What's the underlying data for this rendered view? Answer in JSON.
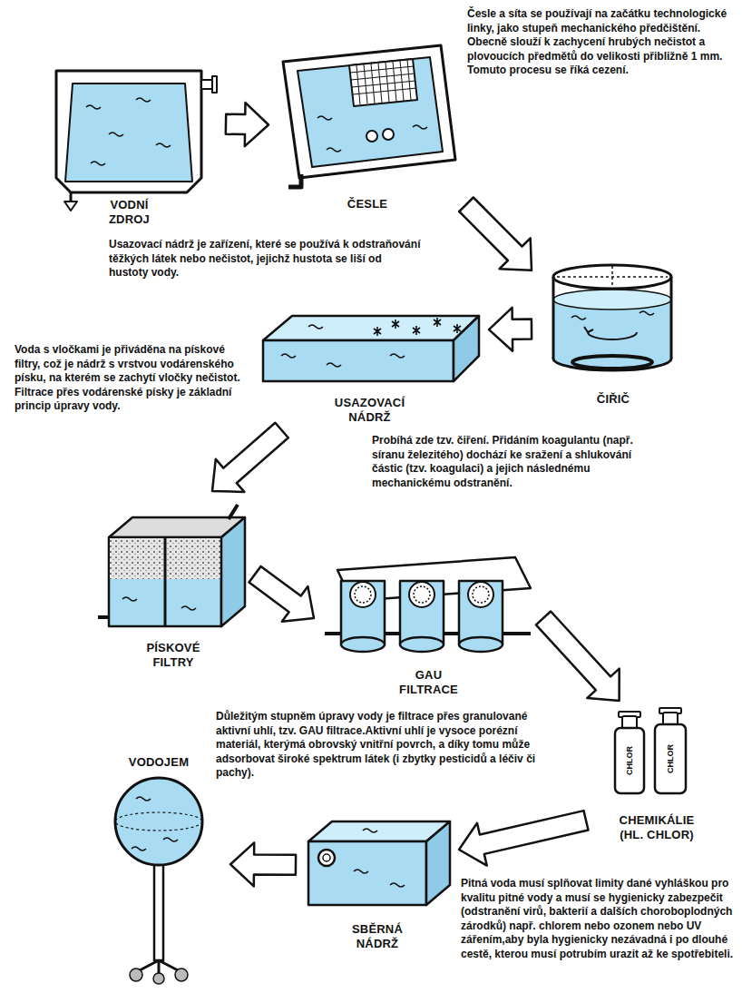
{
  "diagram": {
    "nodes": [
      {
        "text": [
          "VODNÍ ZDROJ"
        ]
      },
      {
        "text": [
          "ČESLE"
        ]
      },
      {
        "text": [
          "ČIŘIČ"
        ]
      },
      {
        "text": [
          "USAZOVACÍ NÁDRŽ"
        ]
      },
      {
        "text": [
          "PÍSKOVÉ FILTRY"
        ]
      },
      {
        "text": [
          "GAU FILTRACE"
        ]
      },
      {
        "text": [
          "CHEMIKÁLIE (HL. CHLOR)"
        ]
      },
      {
        "text": [
          "SBĚRNÁ NÁDRŽ"
        ]
      },
      {
        "text": [
          "VODOJEM"
        ]
      }
    ],
    "edges": [
      {
        "from": 0,
        "to": 1,
        "arrow": "to"
      },
      {
        "from": 1,
        "to": 2,
        "arrow": "to"
      },
      {
        "from": 2,
        "to": 3,
        "arrow": "to"
      },
      {
        "from": 3,
        "to": 4,
        "arrow": "to"
      },
      {
        "from": 4,
        "to": 5,
        "arrow": "to"
      },
      {
        "from": 5,
        "to": 6,
        "arrow": "to"
      },
      {
        "from": 6,
        "to": 7,
        "arrow": "to"
      },
      {
        "from": 7,
        "to": 8,
        "arrow": "to"
      }
    ],
    "labels": [
      "Česle a síta se používají na začátku technologické linky, jako stupeň mechanického předčištění. Obecně slouží k zachycení hrubých nečistot a plovoucích předmětů do velikosti přibližně 1 mm. Tomuto procesu se říká cezení.",
      "Usazovací nádrž je zařízení, které se používá k odstraňování těžkých látek nebo nečistot, jejichž hustota se liší od hustoty vody.",
      "Probíhá zde tzv. čiření. Přidáním koagulantu (např. síranu železitého) dochází ke sražení a shlukování částic (tzv. koagulaci) a jejich následnému mechanickému odstranění.",
      "Voda s vločkami je přiváděna na pískové filtry, což je nádrž s vrstvou vodárenského písku, na kterém se zachytí vločky nečistot. Filtrace přes vodárenské písky je základní princip úpravy vody.",
      "Důležitým stupněm úpravy vody je filtrace přes granulované aktivní uhlí, tzv. GAU filtrace.Aktivní uhlí je vysoce porézní materiál, kterýmá obrovský vnitřní povrch, a díky tomu může adsorbovat široké spektrum látek (i zbytky pesticidů a léčiv či pachy).",
      "Pitná voda musí splňovat limity dané vyhláškou pro kvalitu pitné vody a musí se hygienicky zabezpečit (odstranění virů, bakterií a dalších choroboplodných zárodků) např. chlorem nebo ozonem nebo UV zářením,aby byla hygienicky nezávadná i po dlouhé cestě, kterou musí potrubím urazit až ke spotřebiteli.",
      "CHLOR",
      "CHLOR"
    ]
  }
}
